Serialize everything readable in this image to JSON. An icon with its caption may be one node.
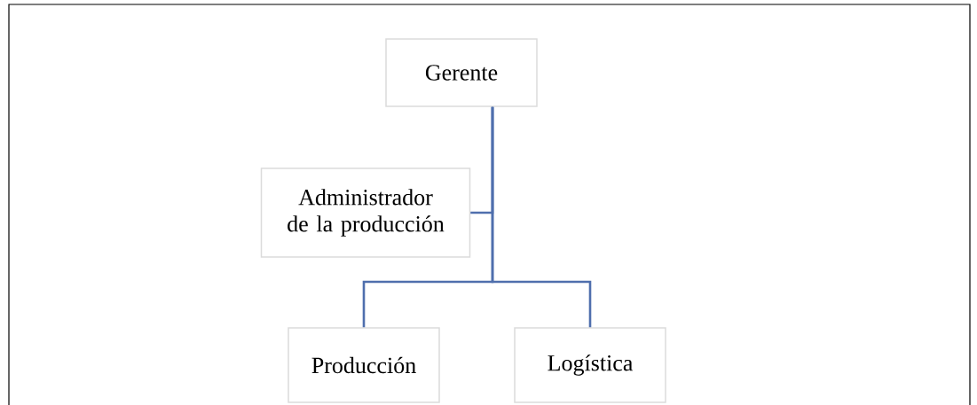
{
  "diagram": {
    "nodes": [
      {
        "text": [
          "Gerente"
        ]
      },
      {
        "text": [
          "Administrador de la producción"
        ]
      },
      {
        "text": [
          "Producción"
        ]
      },
      {
        "text": [
          "Logística"
        ]
      }
    ],
    "edges": [
      {
        "from": 0,
        "to": 1,
        "arrow": "none"
      },
      {
        "from": 0,
        "to": 2,
        "arrow": "none"
      },
      {
        "from": 0,
        "to": 3,
        "arrow": "none"
      }
    ]
  }
}
